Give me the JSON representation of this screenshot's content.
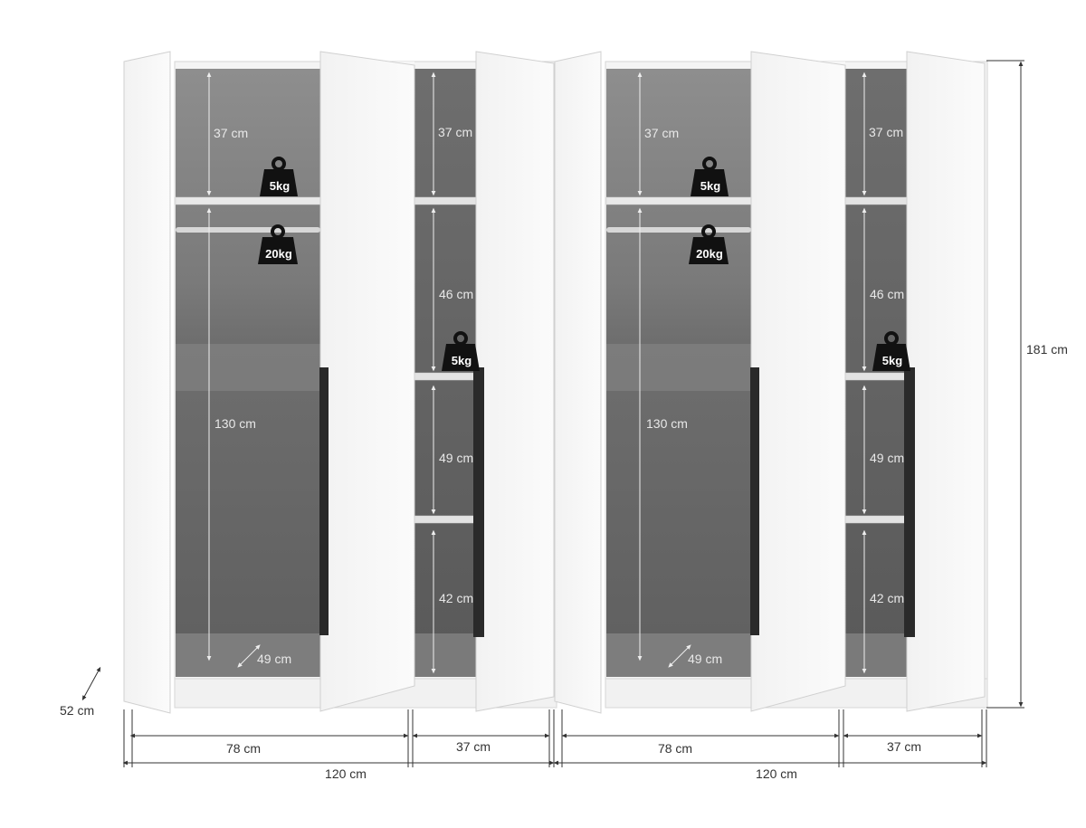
{
  "wardrobes": [
    {
      "id": "left",
      "wide_section": {
        "top_height": "37 cm",
        "hanging_height": "130 cm",
        "depth": "49 cm",
        "shelf_load": "5kg",
        "rail_load": "20kg"
      },
      "narrow_section": {
        "heights": [
          "37 cm",
          "46 cm",
          "49 cm",
          "42 cm"
        ],
        "shelf_load": "5kg"
      },
      "widths": {
        "wide": "78 cm",
        "narrow": "37 cm",
        "total": "120 cm"
      }
    },
    {
      "id": "right",
      "wide_section": {
        "top_height": "37 cm",
        "hanging_height": "130 cm",
        "depth": "49 cm",
        "shelf_load": "5kg",
        "rail_load": "20kg"
      },
      "narrow_section": {
        "heights": [
          "37 cm",
          "46 cm",
          "49 cm",
          "42 cm"
        ],
        "shelf_load": "5kg"
      },
      "widths": {
        "wide": "78 cm",
        "narrow": "37 cm",
        "total": "120 cm"
      }
    }
  ],
  "overall": {
    "height": "181  cm",
    "depth": "52 cm"
  },
  "colors": {
    "interior": "#767676",
    "interior_light": "#9a9a9a",
    "panel": "#f4f4f4",
    "door": "#f7f7f7",
    "handle": "#2a2a2a",
    "dim_line": "#333333",
    "weight_icon": "#111111"
  }
}
